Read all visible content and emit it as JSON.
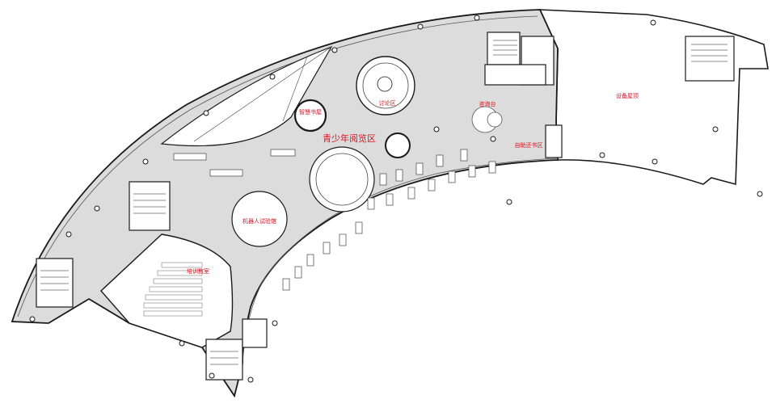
{
  "labels": {
    "youth_reading": "青少年阅览区",
    "smart_study": "智慧书屋",
    "discussion": "讨论区",
    "consultation": "咨询台",
    "self_return": "自助还书区",
    "equipment_roof": "设备屋顶",
    "robot_lab": "机器人试验馆",
    "training_room": "培训教室"
  },
  "colors": {
    "floor_fill": "#dcdcdc",
    "roof_fill": "#ffffff",
    "wall": "#1a1a1a",
    "label": "#e0101e"
  }
}
